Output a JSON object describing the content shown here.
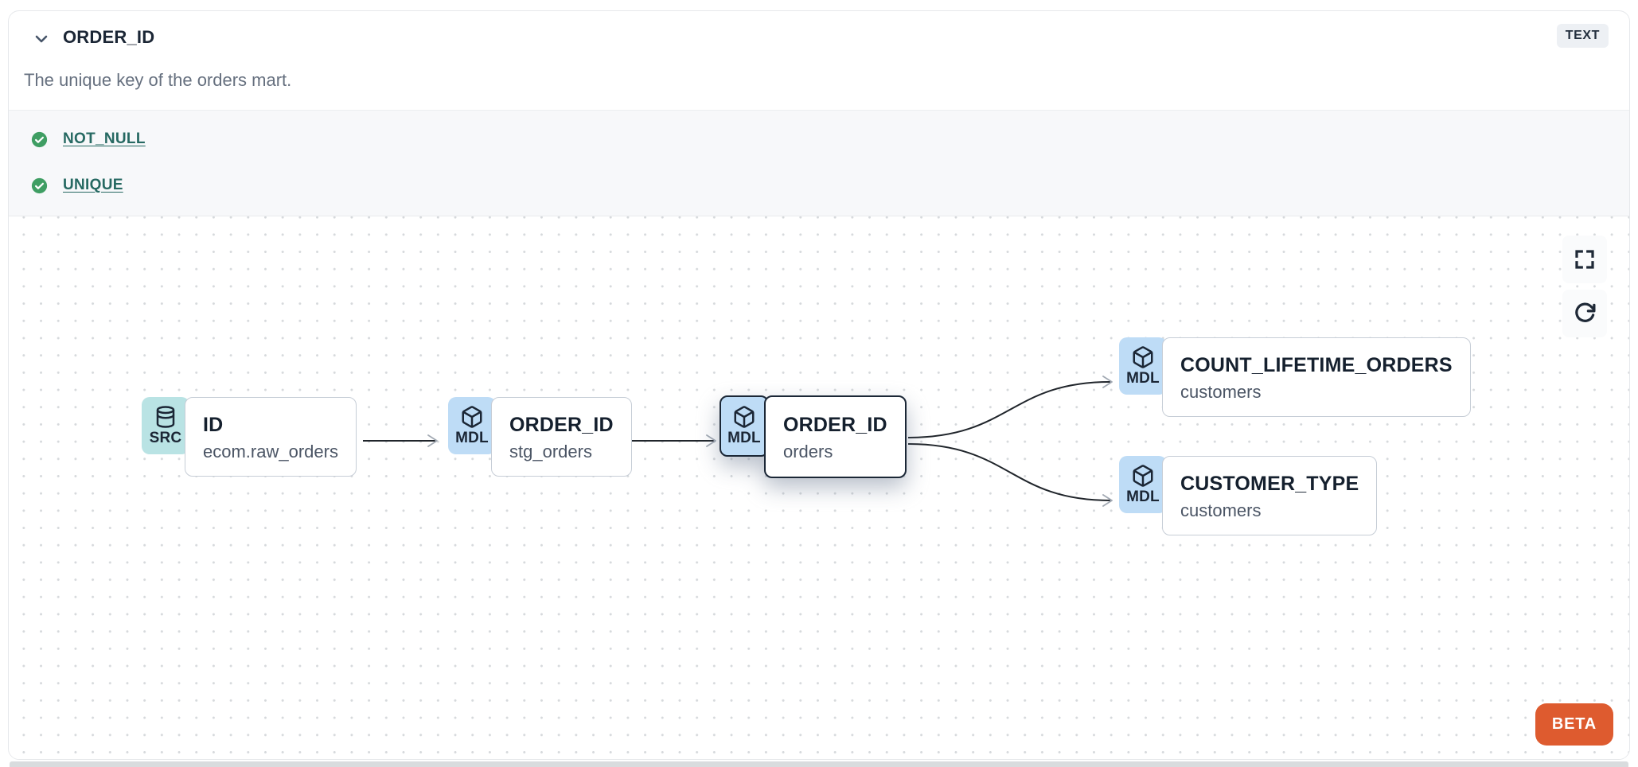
{
  "header": {
    "title": "ORDER_ID",
    "type_badge": "TEXT",
    "description": "The unique key of the orders mart."
  },
  "tests": {
    "items": [
      {
        "label": "NOT_NULL",
        "status": "pass"
      },
      {
        "label": "UNIQUE",
        "status": "pass"
      }
    ]
  },
  "graph": {
    "nodes": [
      {
        "badge": "SRC",
        "icon": "database-icon",
        "title": "ID",
        "subtitle": "ecom.raw_orders",
        "highlighted": false
      },
      {
        "badge": "MDL",
        "icon": "cube-icon",
        "title": "ORDER_ID",
        "subtitle": "stg_orders",
        "highlighted": false
      },
      {
        "badge": "MDL",
        "icon": "cube-icon",
        "title": "ORDER_ID",
        "subtitle": "orders",
        "highlighted": true
      },
      {
        "badge": "MDL",
        "icon": "cube-icon",
        "title": "COUNT_LIFETIME_ORDERS",
        "subtitle": "customers",
        "highlighted": false
      },
      {
        "badge": "MDL",
        "icon": "cube-icon",
        "title": "CUSTOMER_TYPE",
        "subtitle": "customers",
        "highlighted": false
      }
    ],
    "beta_label": "BETA"
  },
  "colors": {
    "test_pass_green": "#3f9e63",
    "test_link_teal": "#266962",
    "src_badge_teal": "#b9e3e4",
    "mdl_badge_blue": "#bedcf6",
    "highlight_border": "#1b2736",
    "beta_orange": "#de5b2f",
    "type_badge_bg": "#edf0f4"
  }
}
